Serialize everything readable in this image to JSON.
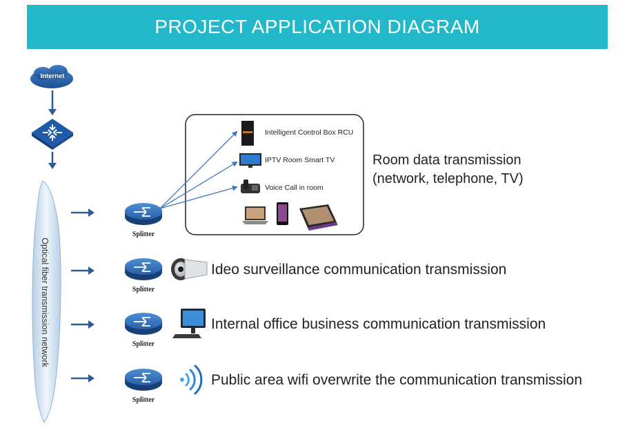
{
  "header": {
    "title": "PROJECT APPLICATION DIAGRAM"
  },
  "network": {
    "internet_label": "Internet",
    "backbone_label": "Optical fiber transmission network",
    "splitter_label": "Splitter"
  },
  "room_box": {
    "devices": [
      {
        "label": "Intelligent Control Box RCU",
        "icon": "control-box-icon"
      },
      {
        "label": "IPTV Room Smart TV",
        "icon": "tv-icon"
      },
      {
        "label": "Voice Call in room",
        "icon": "phone-icon"
      }
    ],
    "bottom_icons": [
      "laptop-icon",
      "smartphone-icon",
      "tablet-icon"
    ]
  },
  "room_description": {
    "line1": "Room data transmission",
    "line2": "(network, telephone, TV)"
  },
  "branches": [
    {
      "label": "Ideo surveillance communication transmission",
      "icon": "camera-icon"
    },
    {
      "label": "Internal office business communication transmission",
      "icon": "computer-icon"
    },
    {
      "label": "Public area wifi overwrite the communication transmission",
      "icon": "wifi-icon"
    }
  ],
  "colors": {
    "banner": "#22b8c9",
    "network_blue": "#1f5ba8",
    "arrow_blue": "#2b6cb0",
    "fiber": "#d6e6f5"
  }
}
